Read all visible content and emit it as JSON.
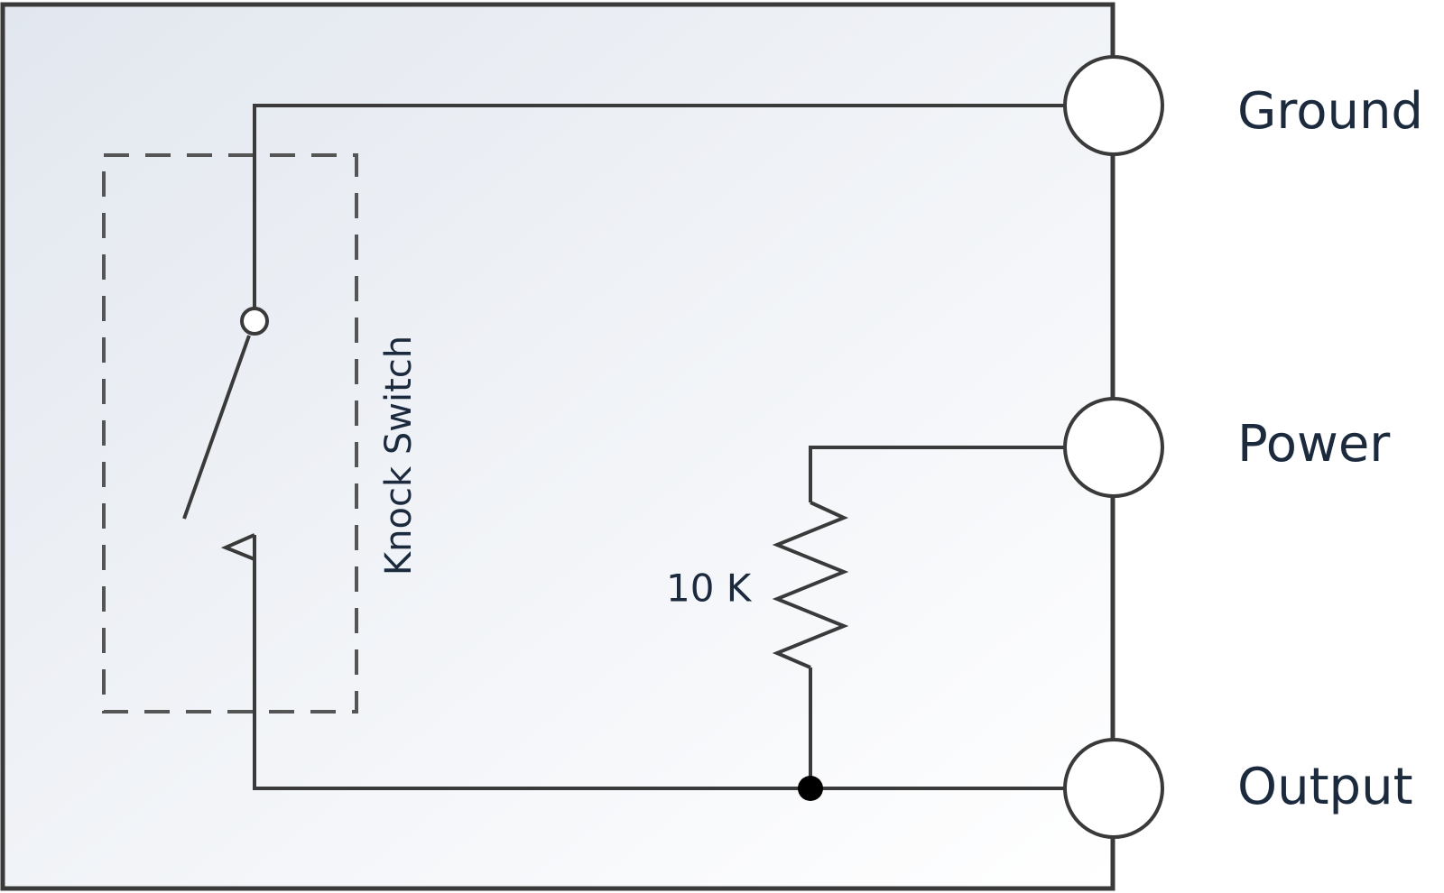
{
  "switch": {
    "label": "Knock Switch"
  },
  "resistor": {
    "label": "10 K"
  },
  "pins": {
    "ground": "Ground",
    "power": "Power",
    "output": "Output"
  }
}
